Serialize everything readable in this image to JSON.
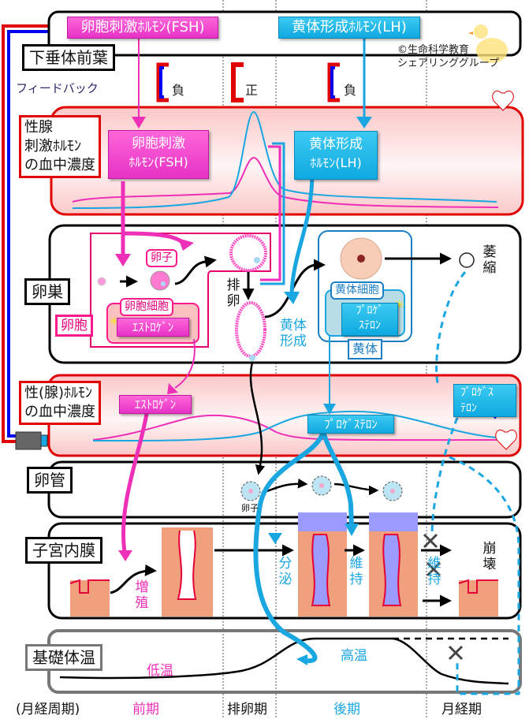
{
  "credit": {
    "line1": "©生命科学教育",
    "line2": "シェアリンググループ"
  },
  "sections": {
    "pituitary": "下垂体前葉",
    "gonadotropin_level": [
      "性腺",
      "刺激ﾎﾙﾓﾝ",
      "の血中濃度"
    ],
    "ovary": "卵巣",
    "sex_hormone_level": [
      "性(腺)ﾎﾙﾓﾝ",
      "の血中濃度"
    ],
    "oviduct": "卵管",
    "endometrium": "子宮内膜",
    "basal_temp": "基礎体温"
  },
  "hormones": {
    "fsh_top": "卵胞刺激ﾎﾙﾓﾝ(FSH)",
    "lh_top": "黄体形成ﾎﾙﾓﾝ(LH)",
    "fsh_box": [
      "卵胞刺激",
      "ﾎﾙﾓﾝ(FSH)"
    ],
    "lh_box": [
      "黄体形成",
      "ﾎﾙﾓﾝ(LH)"
    ],
    "estrogen_ovary": "ｴｽﾄﾛｹﾞﾝ",
    "progesterone_ovary": [
      "ﾌﾟﾛｹﾞ",
      "ｽﾃﾛﾝ"
    ],
    "estrogen_blood": "ｴｽﾄﾛｹﾞﾝ",
    "progesterone_blood": "ﾌﾟﾛｹﾞｽﾃﾛﾝ",
    "progesterone_drop": [
      "ﾌﾟﾛｹﾞｽ",
      "ﾃﾛﾝ"
    ]
  },
  "feedback": {
    "label": "フィードバック",
    "items": [
      "負",
      "正",
      "負"
    ]
  },
  "ovary_labels": {
    "oocyte": "卵子",
    "follicle_cell": "卵胞細胞",
    "follicle": "卵胞",
    "ovulation": "排卵",
    "luteinization": "黄体形成",
    "luteal_cell": "黄体細胞",
    "corpus_luteum": "黄体",
    "atrophy": "萎縮"
  },
  "oviduct_labels": {
    "egg": "卵子"
  },
  "endometrium_labels": {
    "proliferation": "増殖",
    "secretion": "分泌",
    "maintain1": "維持",
    "maintain2": "維持",
    "collapse": "崩壊"
  },
  "temperature_labels": {
    "low": "低温",
    "high": "高温"
  },
  "phases": {
    "title": "(月経周期)",
    "items": [
      {
        "label": "前期",
        "color": "#ee2fb7"
      },
      {
        "label": "排卵期",
        "color": "#111111"
      },
      {
        "label": "後期",
        "color": "#1aa6e0"
      },
      {
        "label": "月経期",
        "color": "#111111"
      }
    ]
  },
  "colors": {
    "fsh_pink": "#ee2fb7",
    "lh_blue": "#1aa6e0",
    "blood_red": "#e00000",
    "feedback_blue": "#0000ee",
    "tissue": "#f0a07c"
  }
}
